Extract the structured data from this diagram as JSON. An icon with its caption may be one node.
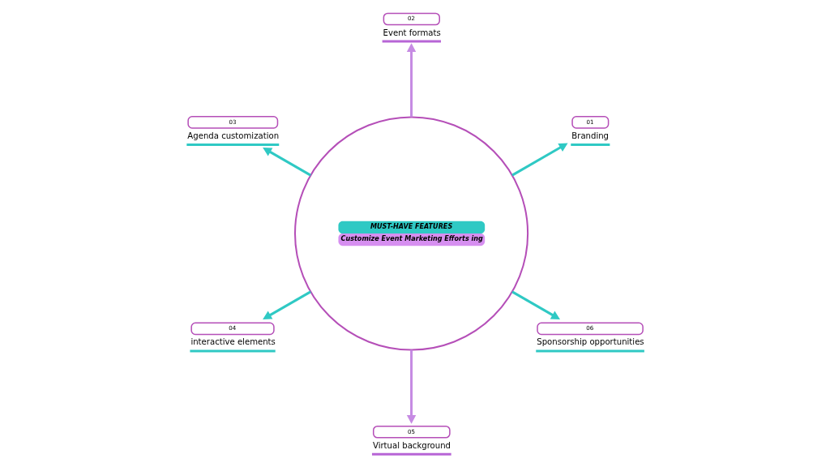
{
  "diagram": {
    "nodes": [
      {
        "text": [
          "MUST-HAVE FEATURES",
          "Customize Event Marketing Efforts ing"
        ]
      },
      {
        "text": [
          "01",
          "Branding"
        ]
      },
      {
        "text": [
          "02",
          "Event formats"
        ]
      },
      {
        "text": [
          "03",
          "Agenda customization"
        ]
      },
      {
        "text": [
          "04",
          "interactive elements"
        ]
      },
      {
        "text": [
          "05",
          "Virtual background"
        ]
      },
      {
        "text": [
          "06",
          "Sponsorship opportunities"
        ]
      }
    ],
    "edges": [
      {
        "from": 0,
        "to": 1,
        "arrow": "to"
      },
      {
        "from": 0,
        "to": 2,
        "arrow": "to",
        "color": "#c68be3"
      },
      {
        "from": 0,
        "to": 3,
        "arrow": "to"
      },
      {
        "from": 0,
        "to": 4,
        "arrow": "to"
      },
      {
        "from": 0,
        "to": 5,
        "arrow": "to",
        "color": "#c68be3"
      },
      {
        "from": 0,
        "to": 6,
        "arrow": "to"
      }
    ]
  }
}
